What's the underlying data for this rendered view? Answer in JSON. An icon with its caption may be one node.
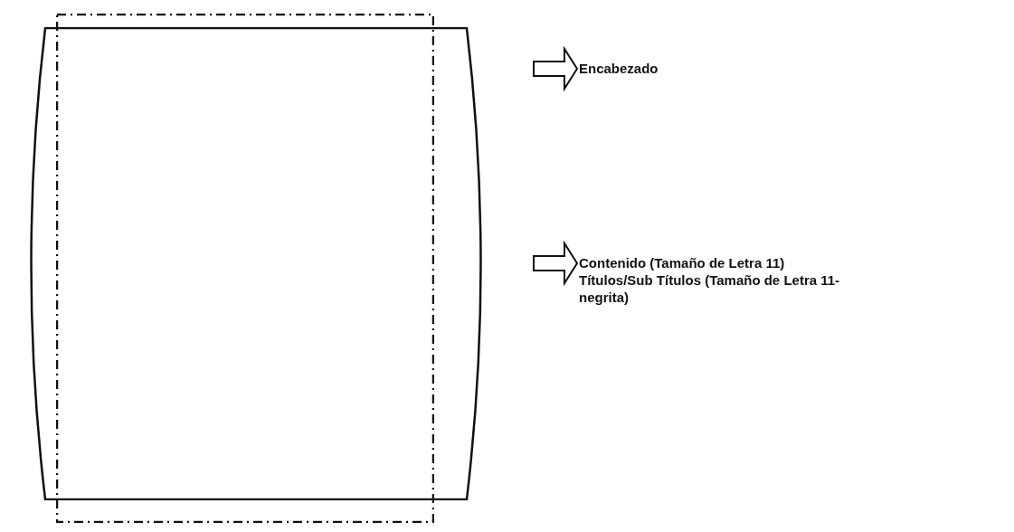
{
  "diagram": {
    "nodes": [
      {
        "text": [],
        "shape": "box"
      },
      {
        "text": [],
        "shape": "box"
      },
      {
        "text": [
          "Encabezado"
        ]
      },
      {
        "text": [
          "Contenido (Tamaño de Letra 11)",
          "Títulos/Sub Títulos (Tamaño de Letra 11-negrita)"
        ]
      }
    ],
    "edges": [
      {
        "from": null,
        "to": 2,
        "arrow": "to"
      },
      {
        "from": null,
        "to": 3,
        "arrow": "to"
      }
    ]
  }
}
